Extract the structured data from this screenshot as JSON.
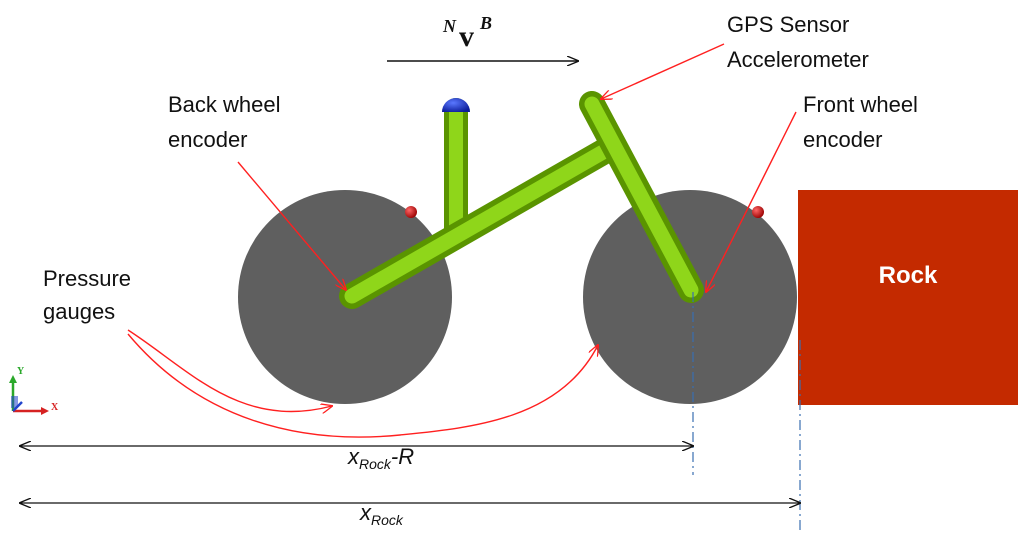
{
  "labels": {
    "velocity": {
      "superscript_left": "N",
      "vector": "v",
      "superscript_right": "B"
    },
    "gps_line1": "GPS Sensor",
    "gps_line2": "Accelerometer",
    "back_encoder_line1": "Back wheel",
    "back_encoder_line2": "encoder",
    "front_encoder_line1": "Front wheel",
    "front_encoder_line2": "encoder",
    "pressure_line1": "Pressure",
    "pressure_line2": "gauges",
    "rock": "Rock",
    "dim_upper_main": "x",
    "dim_upper_sub": "Rock",
    "dim_upper_suffix": "-R",
    "dim_lower_main": "x",
    "dim_lower_sub": "Rock",
    "axis_y": "Y",
    "axis_x": "X"
  },
  "colors": {
    "wheel": "#5f5f5f",
    "frame": "#7cc400",
    "frame_dark": "#5a9400",
    "seat_cap": "#1a2fb8",
    "sensor_dot": "#cc1111",
    "rock": "#c42a00",
    "annotation": "#ff2020",
    "dimension": "#111111",
    "centerline": "#3a6fb0"
  }
}
